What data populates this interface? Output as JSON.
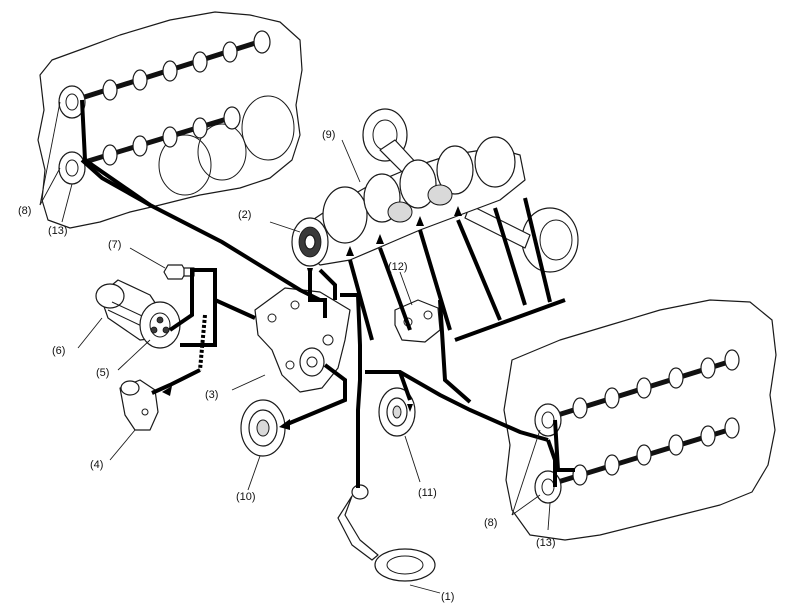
{
  "callouts": {
    "c1": "(1)",
    "c2": "(2)",
    "c3": "(3)",
    "c4": "(4)",
    "c5": "(5)",
    "c6": "(6)",
    "c7": "(7)",
    "c8_left": "(8)",
    "c8_right": "(8)",
    "c9": "(9)",
    "c10": "(10)",
    "c11": "(11)",
    "c12": "(12)",
    "c13_left": "(13)",
    "c13_right": "(13)"
  }
}
